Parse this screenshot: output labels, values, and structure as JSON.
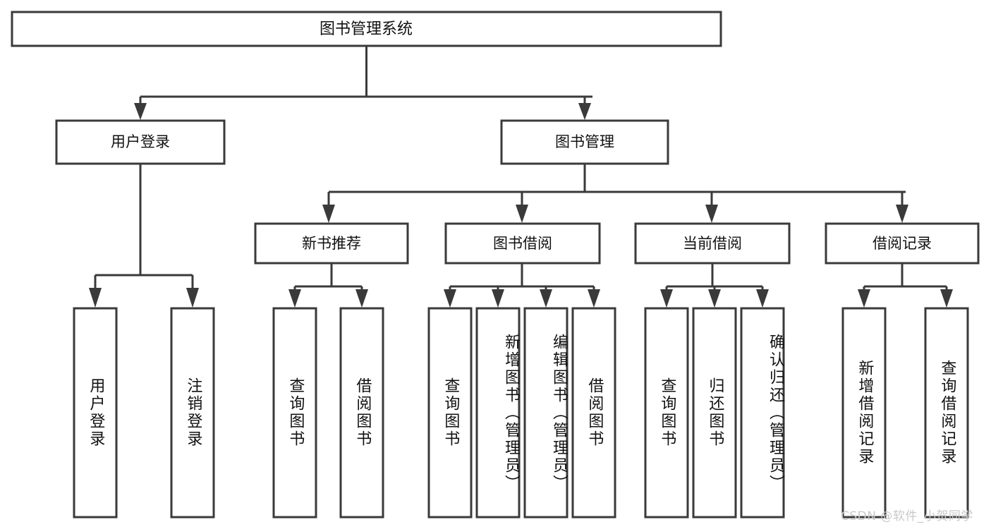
{
  "diagram": {
    "type": "tree-hierarchy",
    "orientation": "top-down",
    "title": "图书管理系统",
    "colors": {
      "box_stroke": "#3a3a3a",
      "box_fill": "#ffffff",
      "connector": "#3a3a3a",
      "text": "#111111",
      "background": "#ffffff",
      "watermark": "#c9c9c9"
    },
    "root": {
      "label": "图书管理系统"
    },
    "level2": [
      {
        "label": "用户登录"
      },
      {
        "label": "图书管理"
      }
    ],
    "level3": [
      {
        "label": "新书推荐"
      },
      {
        "label": "图书借阅"
      },
      {
        "label": "当前借阅"
      },
      {
        "label": "借阅记录"
      }
    ],
    "leaves": {
      "user_login": [
        {
          "label": "用户登录"
        },
        {
          "label": "注销登录"
        }
      ],
      "new_book_recommend": [
        {
          "label": "查询图书"
        },
        {
          "label": "借阅图书"
        }
      ],
      "book_borrow": [
        {
          "label": "查询图书"
        },
        {
          "label": "新增图书（管理员）"
        },
        {
          "label": "编辑图书（管理员）"
        },
        {
          "label": "借阅图书"
        }
      ],
      "current_borrow": [
        {
          "label": "查询图书"
        },
        {
          "label": "归还图书"
        },
        {
          "label": "确认归还（管理员）"
        }
      ],
      "borrow_record": [
        {
          "label": "新增借阅记录"
        },
        {
          "label": "查询借阅记录"
        }
      ]
    }
  },
  "watermark": {
    "text": "CSDN @软件_小贺同学"
  }
}
